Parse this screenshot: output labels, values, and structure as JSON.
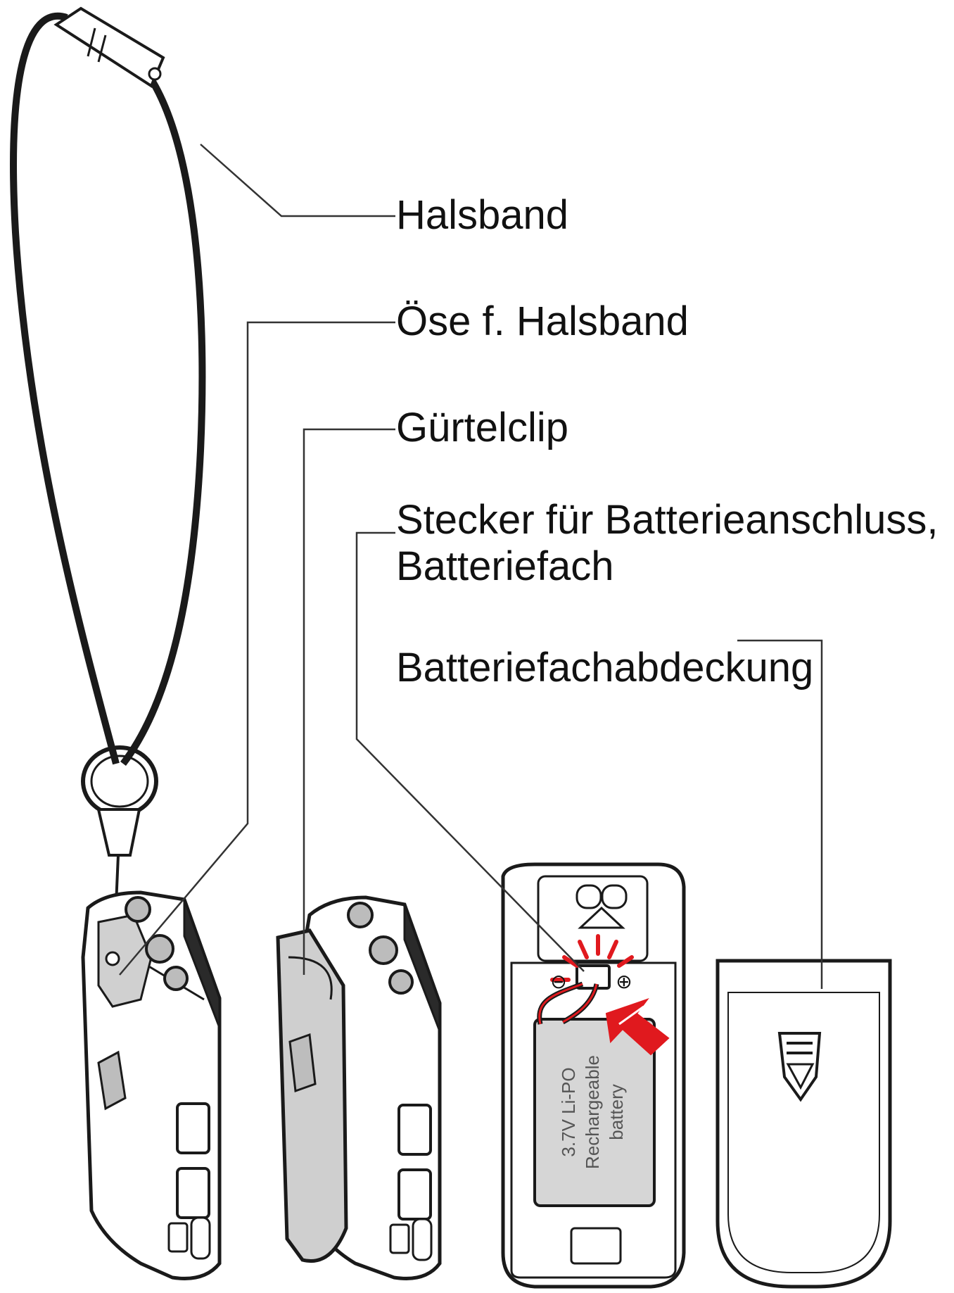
{
  "labels": {
    "halsband": "Halsband",
    "oese": "Öse f. Halsband",
    "guertelclip": "Gürtelclip",
    "stecker_line1": "Stecker für Batterieanschluss,",
    "stecker_line2": "Batteriefach",
    "abdeckung": "Batteriefachabdeckung"
  },
  "battery": {
    "line1": "3.7V Li-PO",
    "line2": "Rechargeable",
    "line3": "battery"
  },
  "colors": {
    "ink": "#111111",
    "leader": "#333333",
    "accent_red": "#e0191e",
    "battery_gray": "#d6d6d6",
    "clip_gray": "#cfcfcf"
  },
  "symbols": {
    "minus": "⊖",
    "plus": "⊕"
  }
}
